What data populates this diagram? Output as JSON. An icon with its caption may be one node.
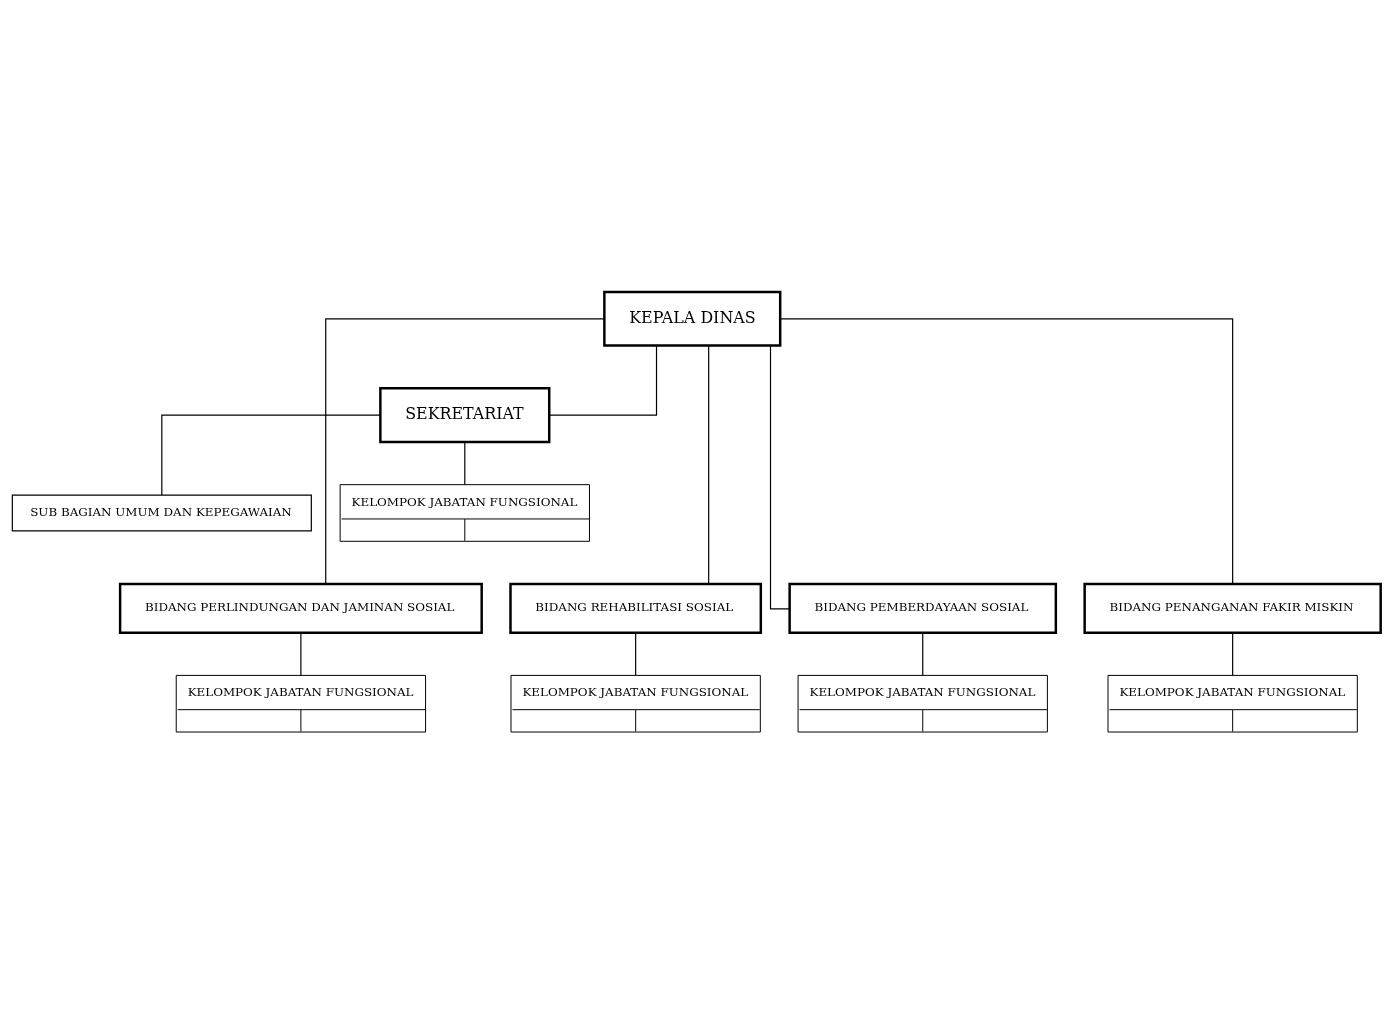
{
  "diagram": {
    "nodes": [
      {
        "text": [
          "KEPALA DINAS"
        ]
      },
      {
        "text": [
          "SEKRETARIAT"
        ]
      },
      {
        "text": [
          "SUB BAGIAN UMUM DAN KEPEGAWAIAN"
        ]
      },
      {
        "text": [
          "KELOMPOK JABATAN FUNGSIONAL"
        ]
      },
      {
        "text": [
          "BIDANG PERLINDUNGAN DAN JAMINAN SOSIAL"
        ]
      },
      {
        "text": [
          "BIDANG REHABILITASI SOSIAL"
        ]
      },
      {
        "text": [
          "BIDANG PEMBERDAYAAN SOSIAL"
        ]
      },
      {
        "text": [
          "BIDANG PENANGANAN FAKIR MISKIN"
        ]
      },
      {
        "text": [
          "KELOMPOK JABATAN FUNGSIONAL"
        ]
      },
      {
        "text": [
          "KELOMPOK JABATAN FUNGSIONAL"
        ]
      },
      {
        "text": [
          "KELOMPOK JABATAN FUNGSIONAL"
        ]
      },
      {
        "text": [
          "KELOMPOK JABATAN FUNGSIONAL"
        ]
      }
    ],
    "edges": [
      {
        "from": 0,
        "to": 1,
        "arrow": "none"
      },
      {
        "from": 1,
        "to": 2,
        "arrow": "none"
      },
      {
        "from": 1,
        "to": 3,
        "arrow": "none"
      },
      {
        "from": 0,
        "to": 4,
        "arrow": "none"
      },
      {
        "from": 0,
        "to": 5,
        "arrow": "none"
      },
      {
        "from": 0,
        "to": 6,
        "arrow": "none"
      },
      {
        "from": 0,
        "to": 7,
        "arrow": "none"
      },
      {
        "from": 4,
        "to": 8,
        "arrow": "none"
      },
      {
        "from": 5,
        "to": 9,
        "arrow": "none"
      },
      {
        "from": 6,
        "to": 10,
        "arrow": "none"
      },
      {
        "from": 7,
        "to": 11,
        "arrow": "none"
      }
    ]
  }
}
